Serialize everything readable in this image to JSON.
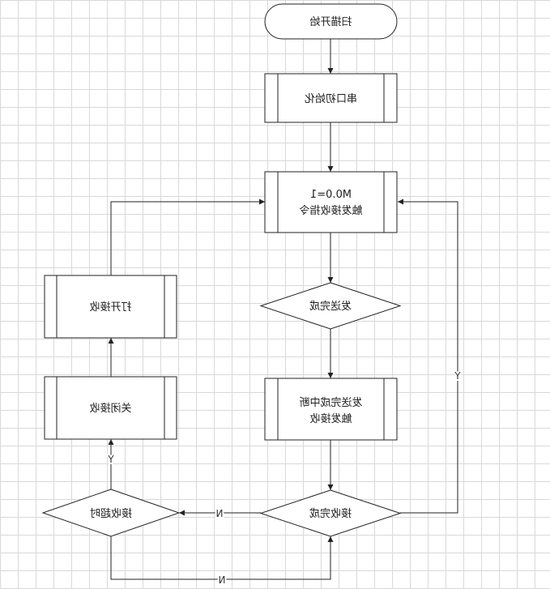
{
  "nodes": {
    "start": "扫描开始",
    "init": "串口初始化",
    "trigger_line1": "M0.0=1",
    "trigger_line2": "触发接收指令",
    "send_done": "发送完成",
    "interrupt_line1": "发送完成中断",
    "interrupt_line2": "触发接收",
    "recv_done": "接收完成",
    "recv_timeout": "接收超时",
    "close_recv": "关闭接收",
    "open_recv": "打开接收"
  },
  "edges": {
    "yes": "Y",
    "no": "N"
  }
}
